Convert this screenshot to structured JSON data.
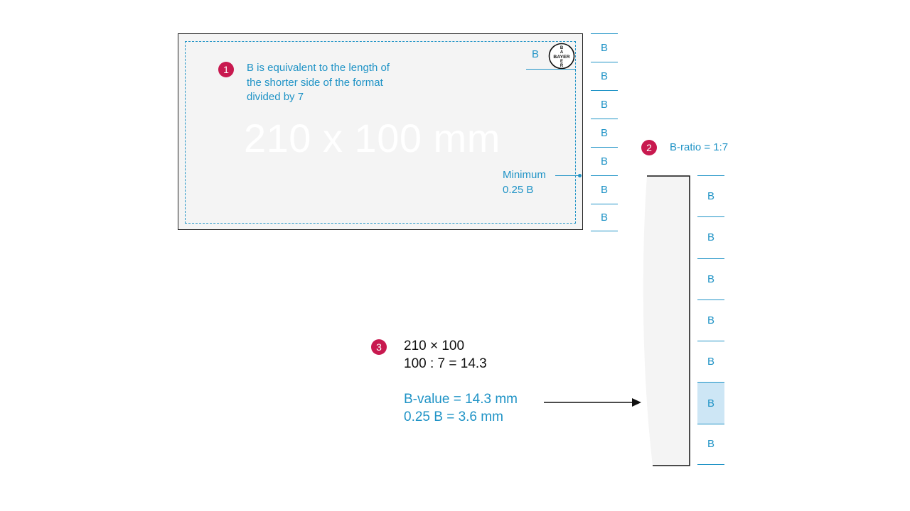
{
  "card": {
    "format_label": "210 x 100 mm",
    "note": [
      "B is equivalent to the length of",
      "the shorter side of the format",
      "divided by 7"
    ],
    "b_label": "B",
    "logo_text": "BAYER",
    "minimum": [
      "Minimum",
      "0.25 B"
    ]
  },
  "steps": [
    "1",
    "2",
    "3"
  ],
  "ratio": "B-ratio = 1:7",
  "b_column_1": [
    "B",
    "B",
    "B",
    "B",
    "B",
    "B",
    "B"
  ],
  "b_column_2": [
    "B",
    "B",
    "B",
    "B",
    "B",
    "B",
    "B"
  ],
  "b_column_2_highlight_index": 5,
  "calculation": {
    "line1": "210 × 100",
    "line2": "100 : 7 = 14.3",
    "result1": "B-value = 14.3 mm",
    "result2": "0.25 B = 3.6  mm"
  },
  "colors": {
    "accent_blue": "#1f93c6",
    "step_badge": "#c8194f",
    "card_bg": "#f4f4f4",
    "highlight_cell": "#cde6f5"
  }
}
